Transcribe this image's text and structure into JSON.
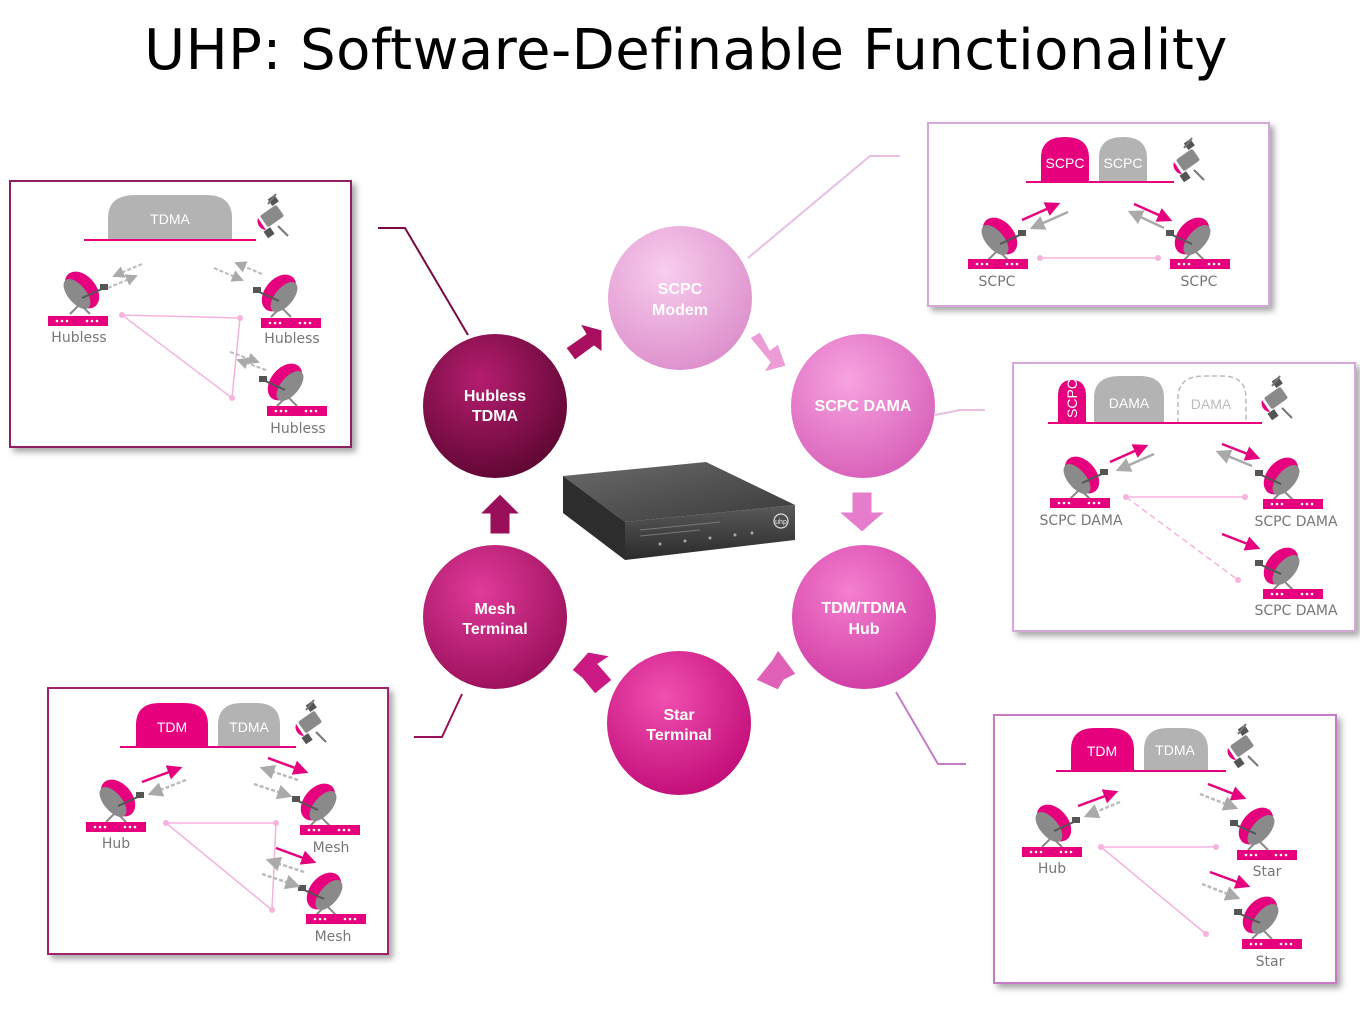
{
  "title": "UHP: Software-Definable Functionality",
  "colors": {
    "magenta": "#e6007e",
    "dark": "#7a0a45",
    "mid": "#c51878",
    "light": "#e25bb3",
    "pale": "#f1b3dc",
    "gray": "#b3b3b3",
    "box_light": "#d5a8da",
    "box_dark": "#8e1f60"
  },
  "center_device": {
    "icon": "uhp-router-icon",
    "logo": "uhp"
  },
  "cycle": [
    {
      "id": "scpc_modem",
      "lines": [
        "SCPC",
        "Modem"
      ]
    },
    {
      "id": "scpc_dama",
      "lines": [
        "SCPC DAMA"
      ]
    },
    {
      "id": "tdm_tdma_hub",
      "lines": [
        "TDM/TDMA",
        "Hub"
      ]
    },
    {
      "id": "star_terminal",
      "lines": [
        "Star",
        "Terminal"
      ]
    },
    {
      "id": "mesh_terminal",
      "lines": [
        "Mesh",
        "Terminal"
      ]
    },
    {
      "id": "hubless_tdma",
      "lines": [
        "Hubless",
        "TDMA"
      ]
    }
  ],
  "panels": {
    "hubless": {
      "carriers": [
        "TDMA"
      ],
      "labels": [
        "Hubless",
        "Hubless",
        "Hubless"
      ]
    },
    "scpc": {
      "carriers": [
        "SCPC",
        "SCPC"
      ],
      "labels": [
        "SCPC",
        "SCPC"
      ]
    },
    "dama": {
      "carriers": [
        "SCPC",
        "DAMA",
        "DAMA"
      ],
      "labels": [
        "SCPC DAMA",
        "SCPC DAMA",
        "SCPC DAMA"
      ]
    },
    "mesh": {
      "carriers": [
        "TDM",
        "TDMA"
      ],
      "labels": [
        "Hub",
        "Mesh",
        "Mesh"
      ]
    },
    "star": {
      "carriers": [
        "TDM",
        "TDMA"
      ],
      "labels": [
        "Hub",
        "Star",
        "Star"
      ]
    }
  }
}
